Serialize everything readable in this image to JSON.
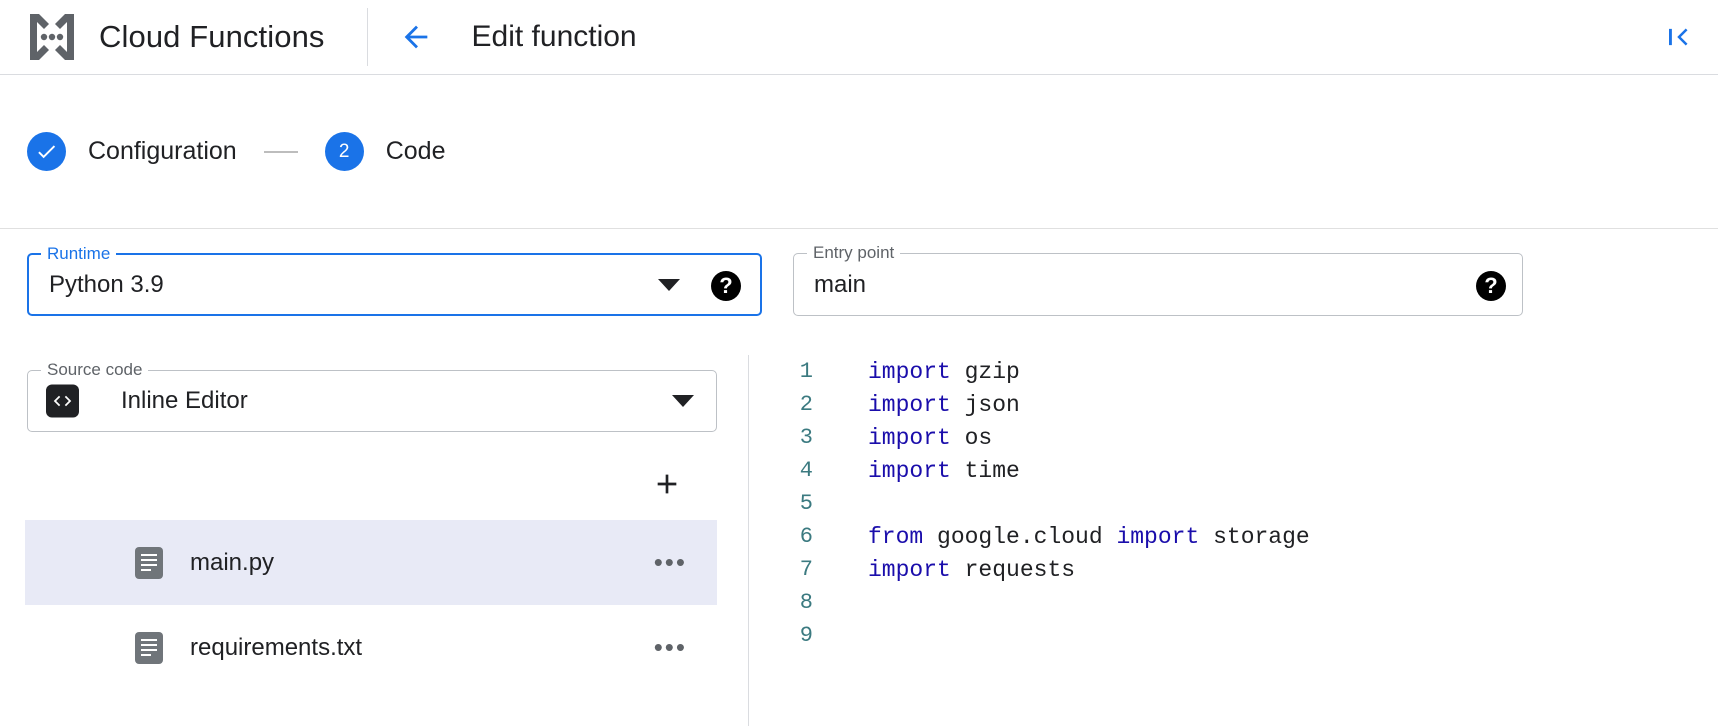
{
  "header": {
    "brand_title": "Cloud Functions",
    "brand_logo_name": "cloud-functions-logo",
    "back_icon": "arrow-left-icon",
    "page_heading": "Edit function",
    "collapse_icon": "collapse-panel-icon"
  },
  "stepper": {
    "steps": [
      {
        "label": "Configuration",
        "marker": "✓",
        "state": "completed"
      },
      {
        "label": "Code",
        "marker": "2",
        "state": "active"
      }
    ]
  },
  "form": {
    "runtime": {
      "label": "Runtime",
      "value": "Python 3.9",
      "focused": true,
      "help_glyph": "?"
    },
    "entry_point": {
      "label": "Entry point",
      "value": "main",
      "focused": false,
      "help_glyph": "?"
    }
  },
  "source": {
    "label": "Source code",
    "value": "Inline Editor",
    "icon_name": "code-brackets-icon",
    "icon_glyph": "‹›",
    "add_button_glyph": "+",
    "files": [
      {
        "name": "main.py",
        "selected": true,
        "more_glyph": "•••"
      },
      {
        "name": "requirements.txt",
        "selected": false,
        "more_glyph": "•••"
      }
    ]
  },
  "editor": {
    "language": "python",
    "lines": [
      {
        "n": "1",
        "tokens": [
          {
            "t": "import",
            "c": "kw"
          },
          {
            "t": " gzip",
            "c": ""
          }
        ]
      },
      {
        "n": "2",
        "tokens": [
          {
            "t": "import",
            "c": "kw"
          },
          {
            "t": " json",
            "c": ""
          }
        ]
      },
      {
        "n": "3",
        "tokens": [
          {
            "t": "import",
            "c": "kw"
          },
          {
            "t": " os",
            "c": ""
          }
        ]
      },
      {
        "n": "4",
        "tokens": [
          {
            "t": "import",
            "c": "kw"
          },
          {
            "t": " time",
            "c": ""
          }
        ]
      },
      {
        "n": "5",
        "tokens": []
      },
      {
        "n": "6",
        "tokens": [
          {
            "t": "from",
            "c": "kw"
          },
          {
            "t": " google.cloud ",
            "c": ""
          },
          {
            "t": "import",
            "c": "kw"
          },
          {
            "t": " storage",
            "c": ""
          }
        ]
      },
      {
        "n": "7",
        "tokens": [
          {
            "t": "import",
            "c": "kw"
          },
          {
            "t": " requests",
            "c": ""
          }
        ]
      },
      {
        "n": "8",
        "tokens": []
      },
      {
        "n": "9",
        "tokens": []
      }
    ]
  },
  "colors": {
    "accent": "#1a73e8",
    "keyword": "#1a0dab",
    "line_number": "#3b7a80",
    "selected_row": "#e8eaf6",
    "border": "#bdc1c6",
    "text": "#202124"
  }
}
